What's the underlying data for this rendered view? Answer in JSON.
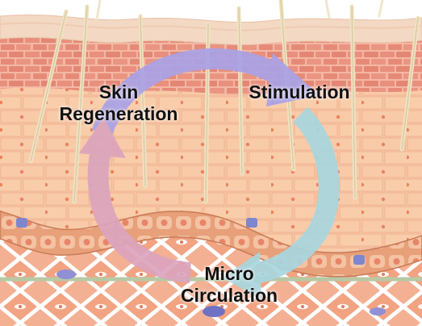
{
  "diagram": {
    "labels": {
      "skin_regeneration": {
        "line1": "Skin",
        "line2": "Regeneration"
      },
      "stimulation": "Stimulation",
      "micro_circulation": {
        "line1": "Micro",
        "line2": "Circulation"
      }
    },
    "cycle_arrows": [
      {
        "from": "Skin Regeneration",
        "to": "Stimulation",
        "color": "#a9a2e6"
      },
      {
        "from": "Stimulation",
        "to": "Micro Circulation",
        "color": "#a8d6df"
      },
      {
        "from": "Micro Circulation",
        "to": "Skin Regeneration",
        "color": "#dba4bd"
      }
    ],
    "colors": {
      "epidermis_top": "#f4dccb",
      "brick_layer": "#e88f7c",
      "mid_layer": "#f7c6a4",
      "lower_layer": "#f8c9a6",
      "vessel_band": "#e7a37c",
      "dermis_diamonds": "#f1a686",
      "lattice": "#ffffff",
      "hair": "#efe4c4"
    }
  }
}
